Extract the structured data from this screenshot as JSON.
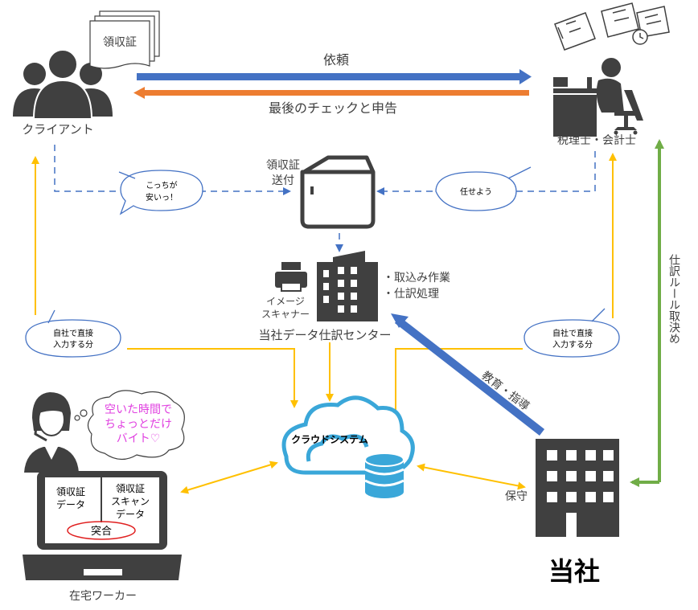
{
  "actors": {
    "client": {
      "label": "クライアント",
      "icon": "people-group-icon"
    },
    "accountant": {
      "label": "税理士・会計士",
      "icon": "person-at-desk-icon"
    },
    "data_center": {
      "label": "当社データ仕訳センター",
      "icon": "office-building-icon"
    },
    "company": {
      "label": "当社",
      "icon": "office-building-icon"
    },
    "home_worker": {
      "label": "在宅ワーカー",
      "icon": "headset-worker-icon"
    }
  },
  "documents": {
    "receipt_stack": "領収証"
  },
  "flows": {
    "request": "依頼",
    "final_check": "最後のチェックと申告",
    "receipt_shipping": [
      "領収証",
      "送付"
    ],
    "data_center_tasks": [
      "・取込み作業",
      "・仕訳処理"
    ],
    "scanner": [
      "イメージ",
      "スキャナー"
    ],
    "training": "教育・指導",
    "maintenance": "保守",
    "journal_rules": "仕訳ルール取決め"
  },
  "bubbles": {
    "client_cheap": [
      "こっちが",
      "安いっ！"
    ],
    "accountant_delegate": "任せよう",
    "client_self_input": [
      "自社で直接",
      "入力する分"
    ],
    "accountant_self_input": [
      "自社で直接",
      "入力する分"
    ],
    "worker_thought": [
      "空いた時間で",
      "ちょっとだけ",
      "バイト♡"
    ]
  },
  "cloud": {
    "label": "クラウドシステム",
    "icon": "database-icon"
  },
  "laptop": {
    "left_panel": [
      "領収証",
      "データ"
    ],
    "right_panel": [
      "領収証",
      "スキャン",
      "データ"
    ],
    "match_label": "突合"
  },
  "colors": {
    "request_arrow": "#4472C4",
    "report_arrow": "#ED7D31",
    "dashed_flow": "#4472C4",
    "yellow_flow": "#FFC000",
    "green_flow": "#70AD47",
    "training_arrow": "#4472C4",
    "cloud_stroke": "#3AA7D9",
    "icon_dark": "#404040",
    "thought_text": "#E040E0",
    "match_circle": "#E02020"
  }
}
